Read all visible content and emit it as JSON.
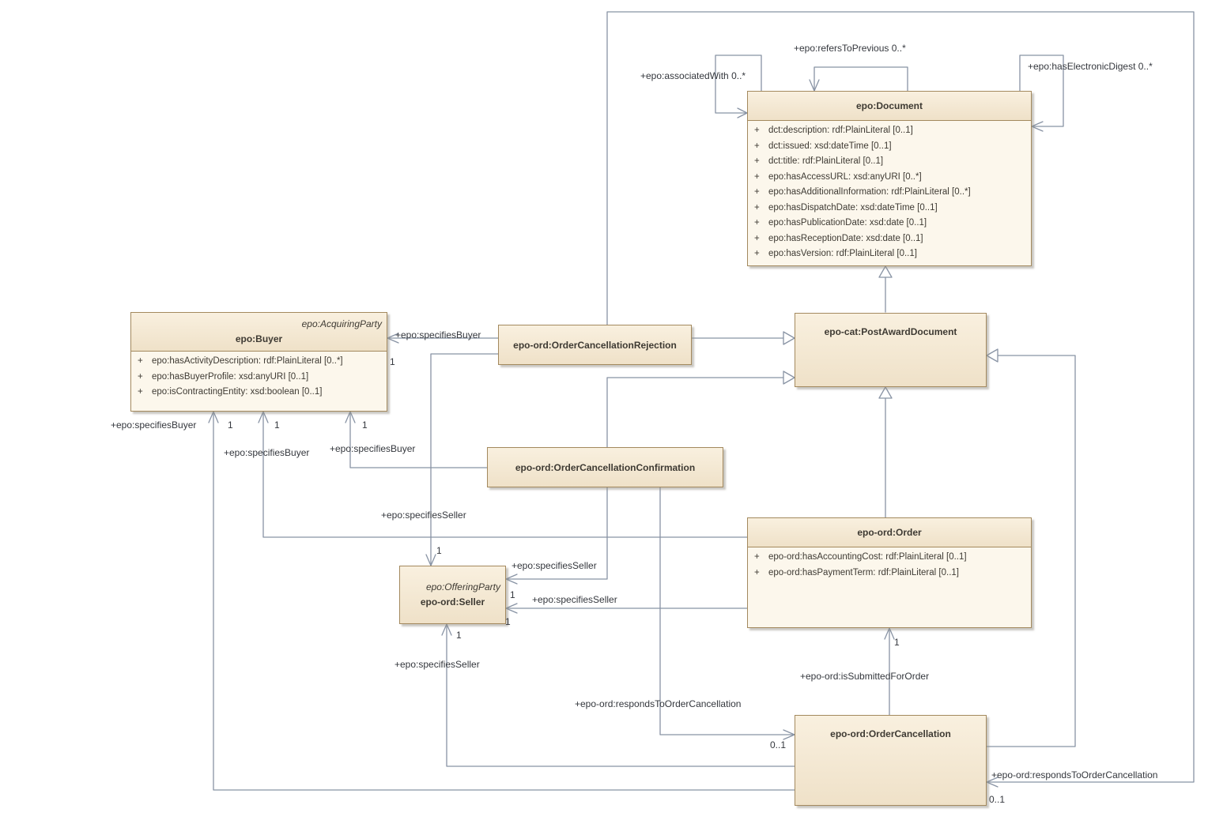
{
  "colors": {
    "canvas": "#ffffff",
    "class_fill": "#fcf7ec",
    "class_header_fill": "#f3e6cf",
    "class_border": "#a3895e",
    "edge": "#8893a4",
    "text": "#3e3a33"
  },
  "classes": {
    "document": {
      "name": "epo:Document",
      "attributes": [
        {
          "vis": "+",
          "text": "dct:description: rdf:PlainLiteral [0..1]"
        },
        {
          "vis": "+",
          "text": "dct:issued: xsd:dateTime [0..1]"
        },
        {
          "vis": "+",
          "text": "dct:title: rdf:PlainLiteral [0..1]"
        },
        {
          "vis": "+",
          "text": "epo:hasAccessURL: xsd:anyURI [0..*]"
        },
        {
          "vis": "+",
          "text": "epo:hasAdditionalInformation: rdf:PlainLiteral [0..*]"
        },
        {
          "vis": "+",
          "text": "epo:hasDispatchDate: xsd:dateTime [0..1]"
        },
        {
          "vis": "+",
          "text": "epo:hasPublicationDate: xsd:date [0..1]"
        },
        {
          "vis": "+",
          "text": "epo:hasReceptionDate: xsd:date [0..1]"
        },
        {
          "vis": "+",
          "text": "epo:hasVersion: rdf:PlainLiteral [0..1]"
        }
      ]
    },
    "postAwardDocument": {
      "name": "epo-cat:PostAwardDocument"
    },
    "buyer": {
      "stereotype": "epo:AcquiringParty",
      "name": "epo:Buyer",
      "attributes": [
        {
          "vis": "+",
          "text": "epo:hasActivityDescription: rdf:PlainLiteral [0..*]"
        },
        {
          "vis": "+",
          "text": "epo:hasBuyerProfile: xsd:anyURI [0..1]"
        },
        {
          "vis": "+",
          "text": "epo:isContractingEntity: xsd:boolean [0..1]"
        }
      ]
    },
    "orderCancellationRejection": {
      "name": "epo-ord:OrderCancellationRejection"
    },
    "orderCancellationConfirmation": {
      "name": "epo-ord:OrderCancellationConfirmation"
    },
    "order": {
      "name": "epo-ord:Order",
      "attributes": [
        {
          "vis": "+",
          "text": "epo-ord:hasAccountingCost: rdf:PlainLiteral [0..1]"
        },
        {
          "vis": "+",
          "text": "epo-ord:hasPaymentTerm: rdf:PlainLiteral [0..1]"
        }
      ]
    },
    "seller": {
      "stereotype": "epo:OfferingParty",
      "name": "epo-ord:Seller"
    },
    "orderCancellation": {
      "name": "epo-ord:OrderCancellation"
    }
  },
  "edge_labels": {
    "specifies_buyer": "+epo:specifiesBuyer",
    "specifies_seller": "+epo:specifiesSeller",
    "responds_to_order_cancellation": "+epo-ord:respondsToOrderCancellation",
    "is_submitted_for_order": "+epo-ord:isSubmittedForOrder",
    "associated_with": "+epo:associatedWith 0..*",
    "refers_to_previous": "+epo:refersToPrevious 0..*",
    "has_electronic_digest": "+epo:hasElectronicDigest 0..*",
    "mult_one": "1",
    "mult_zero_or_one": "0..1"
  }
}
